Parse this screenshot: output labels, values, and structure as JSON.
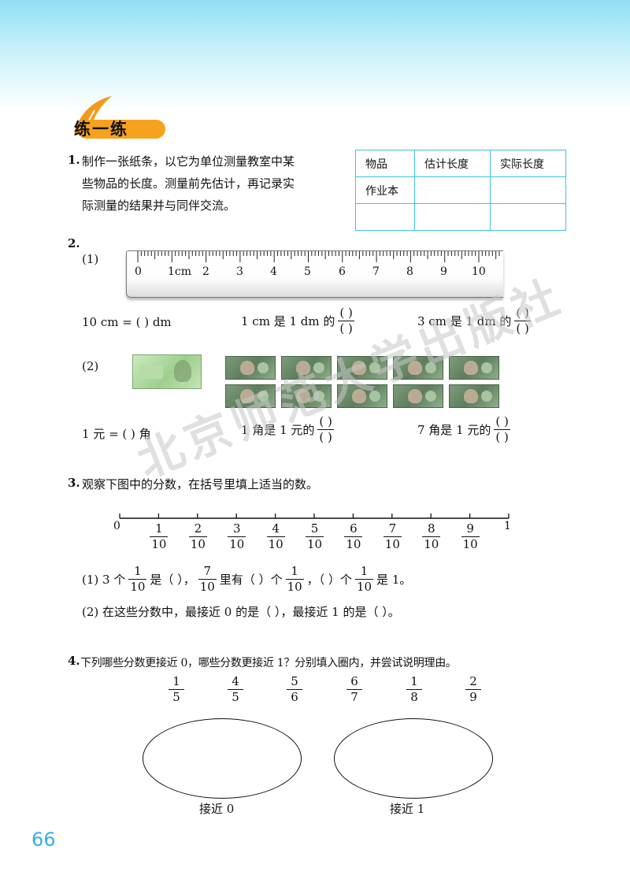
{
  "section": {
    "title": "练一练"
  },
  "q1": {
    "number": "1.",
    "text_l1": "制作一张纸条，以它为单位测量教室中某",
    "text_l2": "些物品的长度。测量前先估计，再记录实",
    "text_l3": "际测量的结果并与同伴交流。",
    "table": {
      "headers": [
        "物品",
        "估计长度",
        "实际长度"
      ],
      "rows": [
        [
          "作业本",
          "",
          ""
        ],
        [
          "",
          "",
          ""
        ]
      ]
    }
  },
  "q2": {
    "number": "2.",
    "part1_label": "(1)",
    "ruler_labels": [
      "0",
      "1cm",
      "2",
      "3",
      "4",
      "5",
      "6",
      "7",
      "8",
      "9",
      "10"
    ],
    "eq1": "10 cm = (   ) dm",
    "eq2_prefix": "1 cm 是 1 dm 的",
    "eq3_prefix": "3 cm 是 1 dm 的",
    "blank_num": "(   )",
    "blank_den": "(   )",
    "part2_label": "(2)",
    "eq4": "1 元 = (   ) 角",
    "eq5_prefix": "1 角是 1 元的",
    "eq6_prefix": "7 角是 1 元的"
  },
  "q3": {
    "number": "3.",
    "text": "观察下图中的分数，在括号里填上适当的数。",
    "line_start": "0",
    "line_end": "1",
    "ticks": [
      "1",
      "2",
      "3",
      "4",
      "5",
      "6",
      "7",
      "8",
      "9"
    ],
    "denom": "10",
    "s1_a": "(1) 3 个",
    "s1_b": "是（   ），",
    "s1_c": "里有（   ）个",
    "s1_d": "，（   ）个",
    "s1_e": "是 1。",
    "s1_seven": "7",
    "s1_one": "1",
    "s2": "(2) 在这些分数中，最接近 0 的是（   ），最接近 1 的是（   ）。"
  },
  "q4": {
    "number": "4.",
    "text": "下列哪些分数更接近 0，哪些分数更接近 1？分别填入圈内，并尝试说明理由。",
    "fractions": [
      {
        "n": "1",
        "d": "5"
      },
      {
        "n": "4",
        "d": "5"
      },
      {
        "n": "5",
        "d": "6"
      },
      {
        "n": "6",
        "d": "7"
      },
      {
        "n": "1",
        "d": "8"
      },
      {
        "n": "2",
        "d": "9"
      }
    ],
    "label_left": "接近 0",
    "label_right": "接近 1"
  },
  "page_number": "66",
  "watermark": "北京师范大学出版社",
  "colors": {
    "accent": "#3fc3d9",
    "banner": "#f39a1c",
    "page_number": "#3aaee0"
  }
}
